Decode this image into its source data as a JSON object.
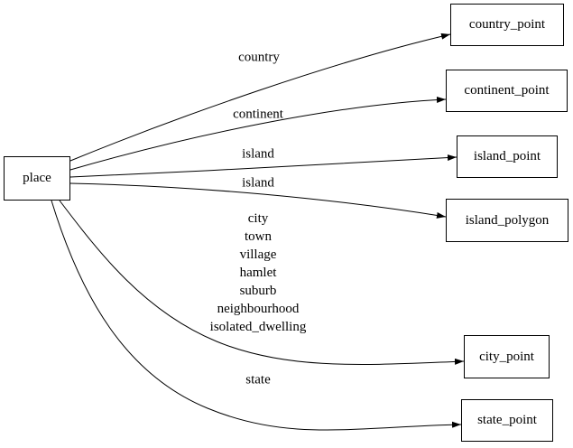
{
  "colors": {
    "background": "#ffffff",
    "line": "#000000",
    "text": "#000000"
  },
  "nodes": [
    {
      "id": "place",
      "label": "place"
    },
    {
      "id": "country_point",
      "label": "country_point"
    },
    {
      "id": "continent_point",
      "label": "continent_point"
    },
    {
      "id": "island_point",
      "label": "island_point"
    },
    {
      "id": "island_polygon",
      "label": "island_polygon"
    },
    {
      "id": "city_point",
      "label": "city_point"
    },
    {
      "id": "state_point",
      "label": "state_point"
    }
  ],
  "edges": [
    {
      "from": "place",
      "to": "country_point",
      "label": "country"
    },
    {
      "from": "place",
      "to": "continent_point",
      "label": "continent"
    },
    {
      "from": "place",
      "to": "island_point",
      "label": "island"
    },
    {
      "from": "place",
      "to": "island_polygon",
      "label": "island"
    },
    {
      "from": "place",
      "to": "city_point",
      "label_lines": [
        "city",
        "town",
        "village",
        "hamlet",
        "suburb",
        "neighbourhood",
        "isolated_dwelling"
      ]
    },
    {
      "from": "place",
      "to": "state_point",
      "label": "state"
    }
  ]
}
